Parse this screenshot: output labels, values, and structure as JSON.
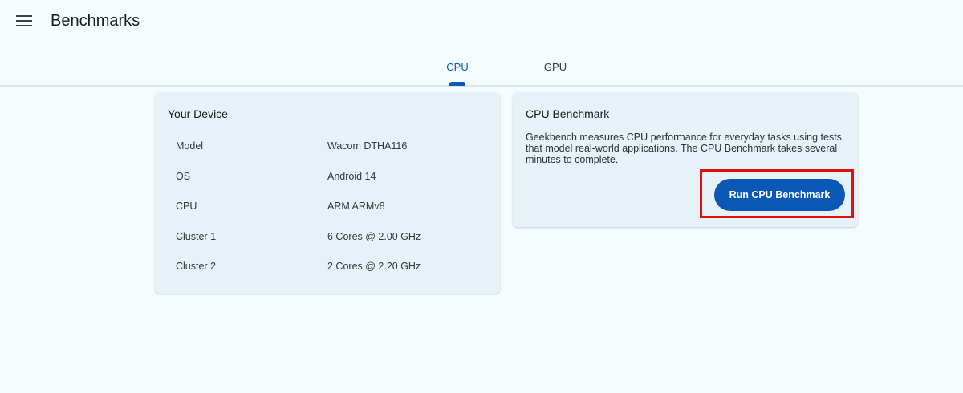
{
  "appbar": {
    "menu_icon": "hamburger-menu-icon",
    "title": "Benchmarks"
  },
  "tabs": [
    {
      "label": "CPU",
      "selected": true
    },
    {
      "label": "GPU",
      "selected": false
    }
  ],
  "device_card": {
    "title": "Your Device",
    "rows": [
      {
        "label": "Model",
        "value": "Wacom DTHA116"
      },
      {
        "label": "OS",
        "value": "Android 14"
      },
      {
        "label": "CPU",
        "value": "ARM ARMv8"
      },
      {
        "label": "Cluster 1",
        "value": "6 Cores @ 2.00 GHz"
      },
      {
        "label": "Cluster 2",
        "value": "2 Cores @ 2.20 GHz"
      }
    ]
  },
  "benchmark_card": {
    "title": "CPU Benchmark",
    "description": "Geekbench measures CPU performance for everyday tasks using tests that model real-world applications. The CPU Benchmark takes several minutes to complete.",
    "button_label": "Run CPU Benchmark"
  },
  "colors": {
    "background": "#f4fcfe",
    "card": "#e6f2f7",
    "accent": "#0b57b5",
    "highlight": "#e0100f"
  }
}
